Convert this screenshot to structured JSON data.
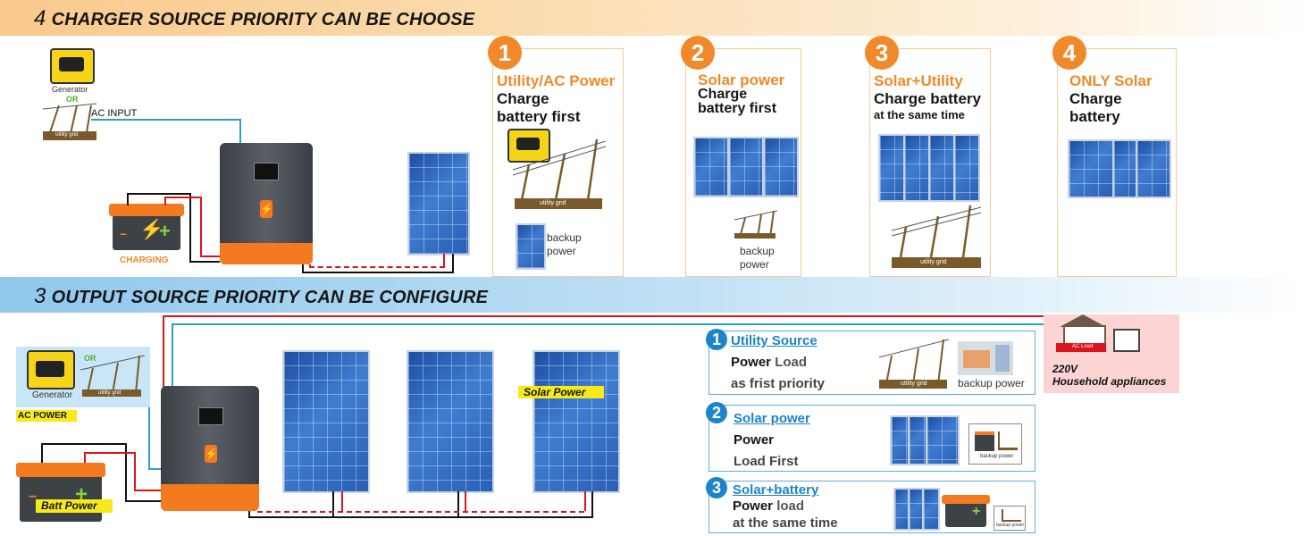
{
  "charger_section": {
    "number": "4",
    "title": "CHARGER SOURCE PRIORITY CAN BE CHOOSE",
    "left_labels": {
      "generator": "Generator",
      "or": "OR",
      "ac_input": "AC INPUT",
      "utility_grid": "utility grid",
      "charging": "CHARGING"
    },
    "options": [
      {
        "badge": "1",
        "title": "Utility/AC Power",
        "line1": "Charge",
        "line2": "battery first",
        "grid_label": "utility grid",
        "backup1": "backup",
        "backup2": "power"
      },
      {
        "badge": "2",
        "title": "Solar power",
        "line1": "Charge",
        "line2": "battery first",
        "backup1": "backup",
        "backup2": "power"
      },
      {
        "badge": "3",
        "title": "Solar+Utility",
        "line1": "Charge battery",
        "line2": "at the same time",
        "grid_label": "utility grid"
      },
      {
        "badge": "4",
        "title": "ONLY Solar",
        "line1": "Charge",
        "line2": "battery"
      }
    ]
  },
  "output_section": {
    "number": "3",
    "title": "OUTPUT SOURCE PRIORITY CAN BE CONFIGURE",
    "left_labels": {
      "generator": "Generator",
      "or": "OR",
      "utility_grid": "utility grid",
      "ac_power": "AC POWER",
      "batt_power": "Batt Power",
      "solar_power": "Solar Power"
    },
    "household": {
      "ac_load": "AC Load",
      "line1": "220V",
      "line2": "Household appliances"
    },
    "options": [
      {
        "badge": "1",
        "title": "Utility Source",
        "line1a": "Power",
        "line1b": "Load",
        "line2": "as frist priority",
        "grid_label": "utility grid",
        "backup": "backup power"
      },
      {
        "badge": "2",
        "title": "Solar power",
        "line1": "Power",
        "line2": "Load First",
        "backup": "backup power"
      },
      {
        "badge": "3",
        "title": "Solar+battery",
        "line1a": "Power",
        "line1b": "load",
        "line2": "at the same time",
        "backup": "backup power"
      }
    ]
  },
  "colors": {
    "orange": "#f0892a",
    "blue": "#1d84c9",
    "wire_red": "#d9161c",
    "wire_black": "#111111",
    "wire_teal": "#2a9fc9"
  }
}
